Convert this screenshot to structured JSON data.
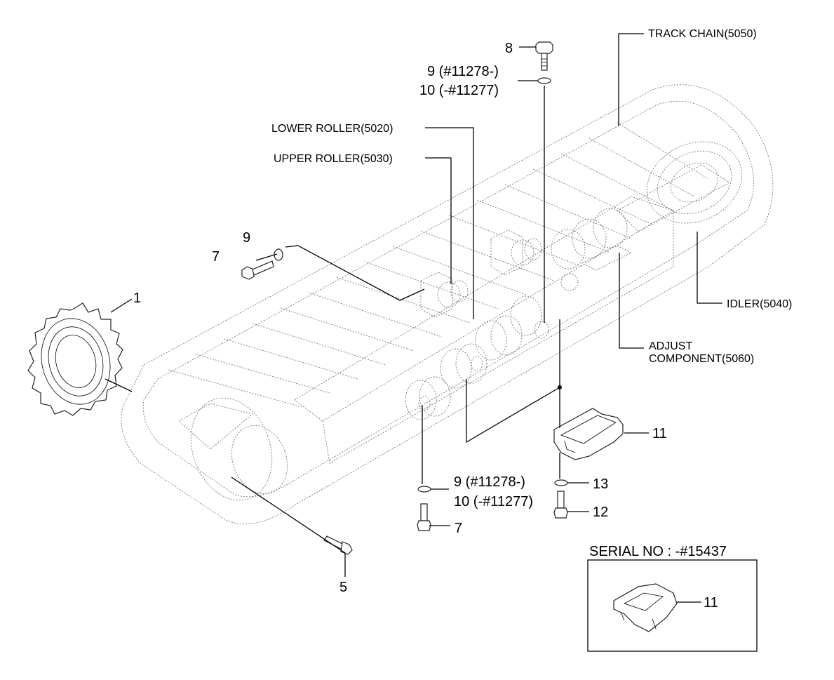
{
  "components": {
    "track_chain": "TRACK CHAIN(5050)",
    "lower_roller": "LOWER ROLLER(5020)",
    "upper_roller": "UPPER ROLLER(5030)",
    "idler": "IDLER(5040)",
    "adjust_line1": "ADJUST",
    "adjust_line2": "COMPONENT(5060)"
  },
  "callouts": {
    "p1": "1",
    "p5": "5",
    "p7_upper": "7",
    "p7_lower": "7",
    "p8": "8",
    "p9_upper": "9",
    "p9_top": "9 (#11278-)",
    "p10_top": "10 (-#11277)",
    "p9_bottom": "9 (#11278-)",
    "p10_bottom": "10 (-#11277)",
    "p11": "11",
    "p12": "12",
    "p13": "13"
  },
  "serial_box": {
    "title": "SERIAL NO : -#15437",
    "part": "11"
  }
}
